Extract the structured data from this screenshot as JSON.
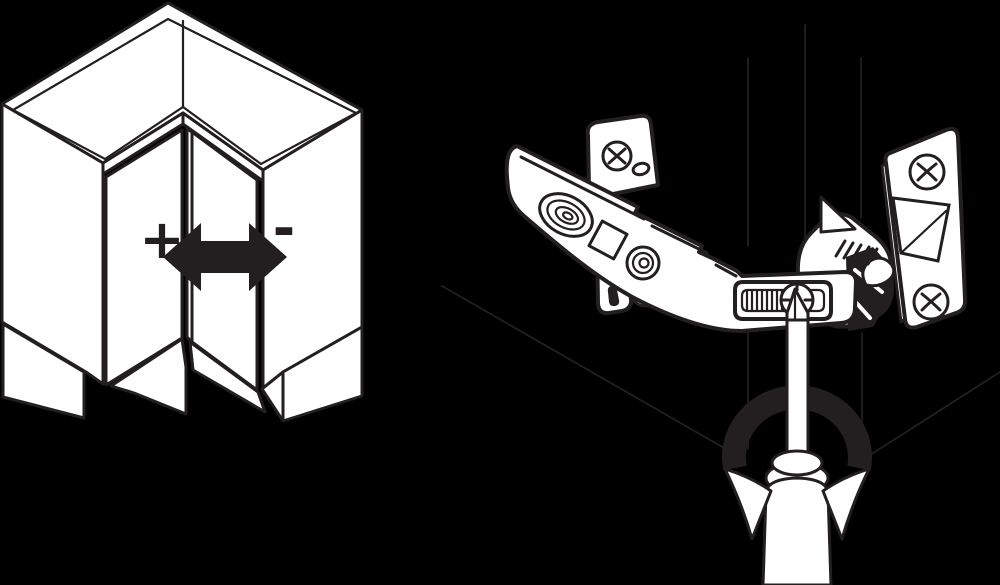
{
  "figure": {
    "colors": {
      "background": "#000000",
      "ink": "#231f20",
      "paper": "#ffffff"
    },
    "cabinet": {
      "plus_label": "+",
      "minus_label": "-"
    },
    "icons": {
      "cabinet": "corner-base-cabinet",
      "adjustment_arrow": "double-headed-horizontal-arrow",
      "plus": "plus-sign",
      "minus": "minus-sign",
      "hinge": "concealed-corner-hinge",
      "adjustment_screw": "phillips-adjustment-screw",
      "screwdriver": "phillips-screwdriver",
      "rotation_arrow": "rotation-arrow",
      "leader_lines": "callout-leader-lines"
    }
  }
}
